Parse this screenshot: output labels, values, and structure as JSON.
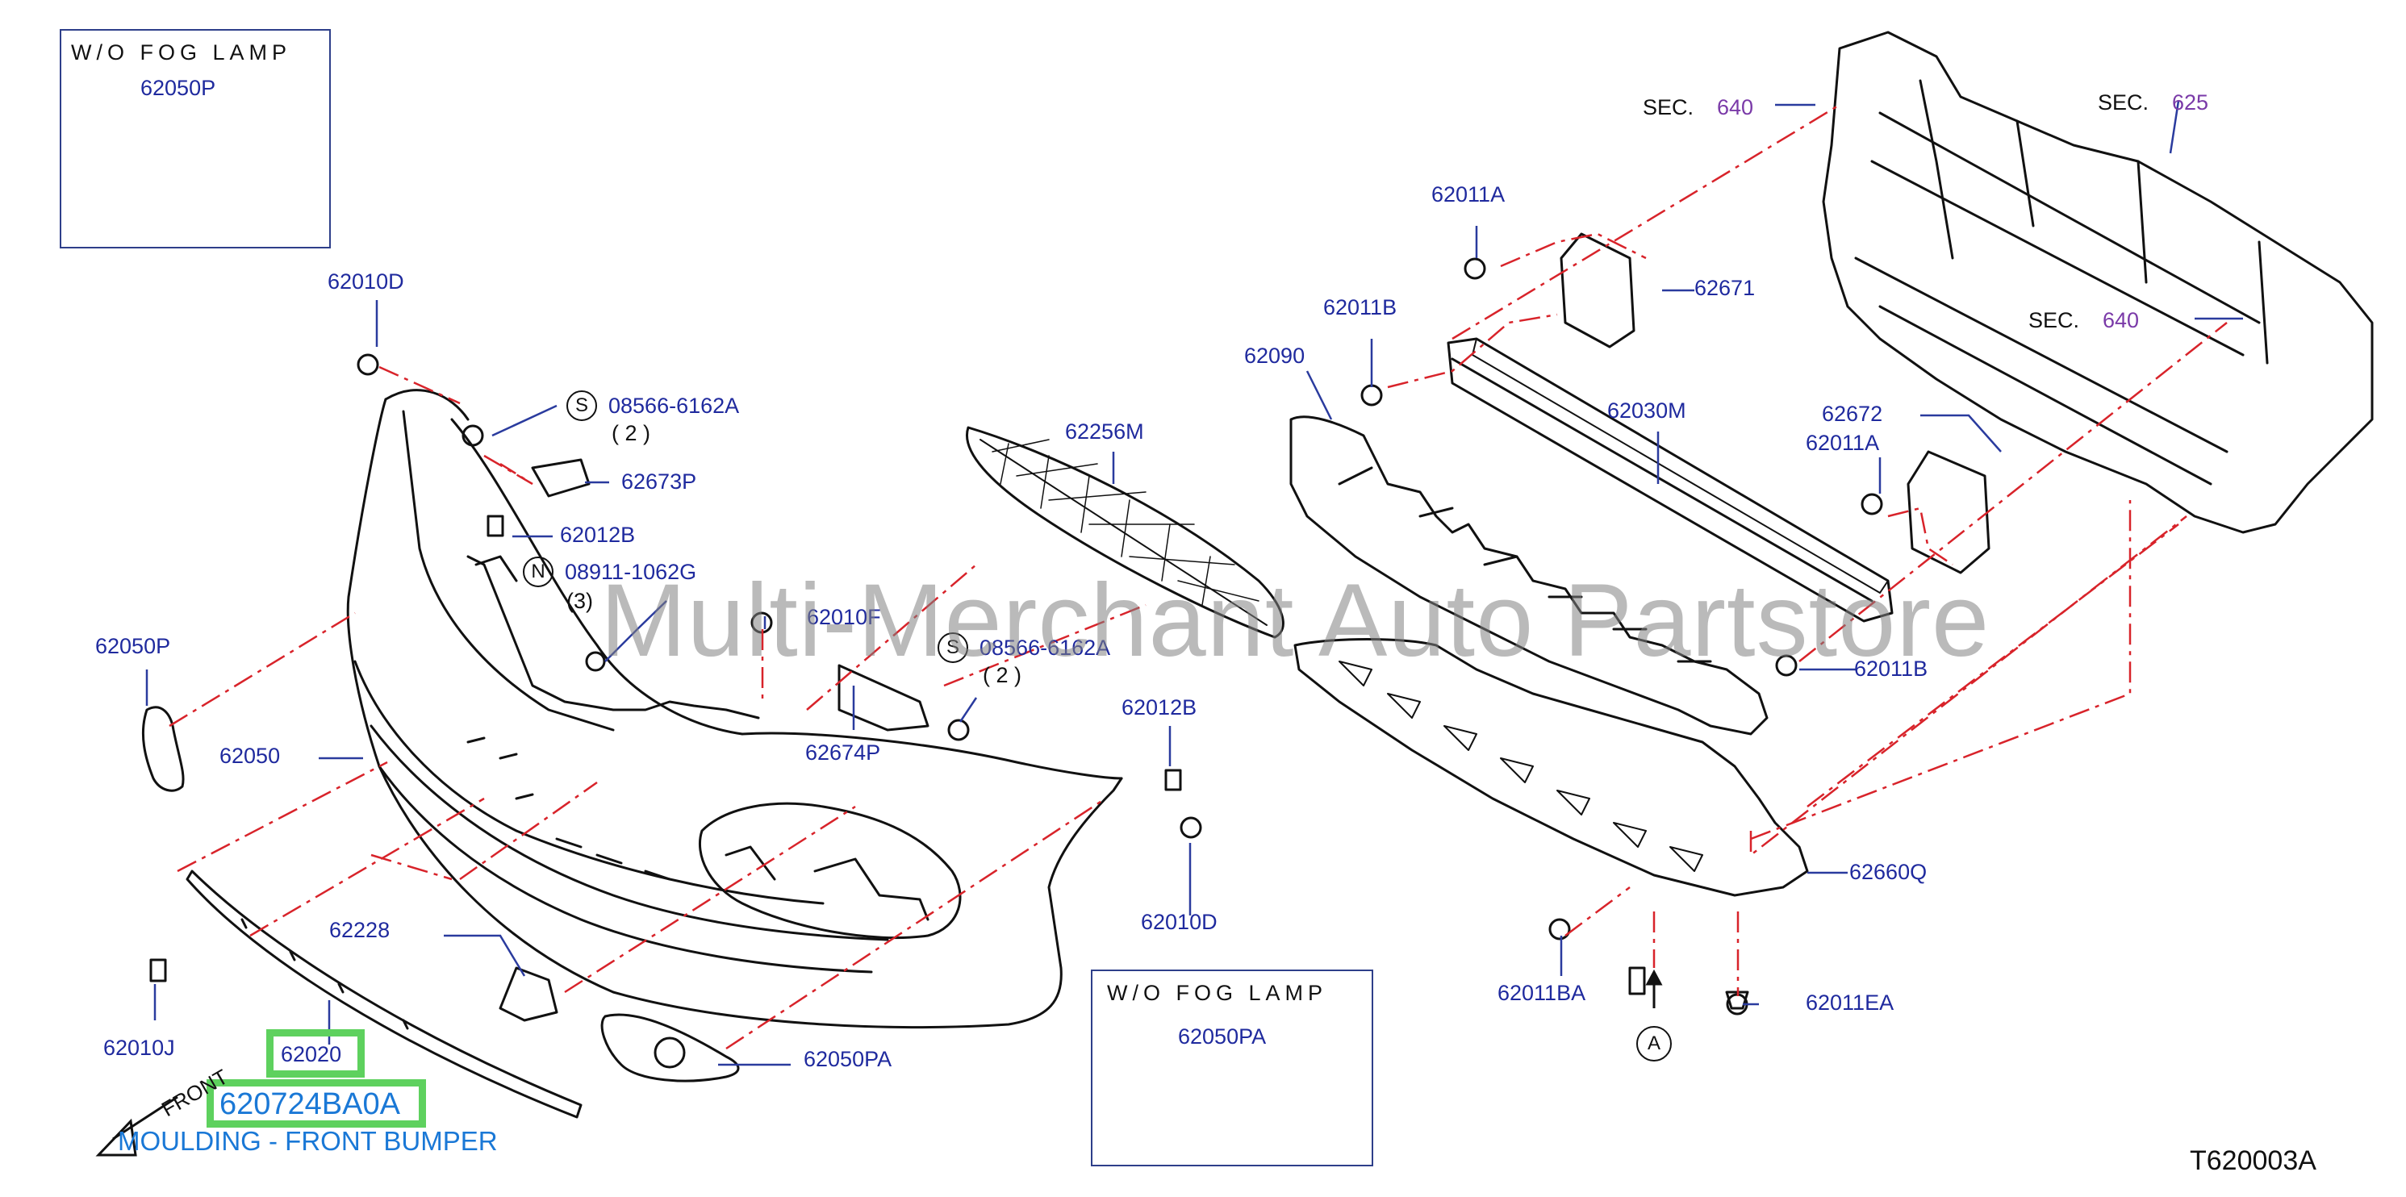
{
  "inset_top": {
    "title": "W/O   FOG   LAMP",
    "part": "62050P"
  },
  "inset_bottom": {
    "title": "W/O   FOG   LAMP",
    "part": "62050PA"
  },
  "sections": [
    {
      "prefix": "SEC.",
      "num": "640"
    },
    {
      "prefix": "SEC.",
      "num": "625"
    },
    {
      "prefix": "SEC.",
      "num": "640"
    }
  ],
  "labels": {
    "p62010D_top": "62010D",
    "p08566_a": "08566-6162A",
    "p08566_a_qty": "(   2   )",
    "p62673P": "62673P",
    "p62012B_left": "62012B",
    "p08911": "08911-1062G",
    "p08911_qty": "(3)",
    "p62050P": "62050P",
    "p62050": "62050",
    "p62010F": "62010F",
    "p08566_b": "08566-6162A",
    "p08566_b_qty": "(   2   )",
    "p62674P": "62674P",
    "p62256M": "62256M",
    "p62012B_right": "62012B",
    "p62010D_bottom": "62010D",
    "p62228": "62228",
    "p62010J": "62010J",
    "p62050PA": "62050PA",
    "p62011A_top": "62011A",
    "p62671": "62671",
    "p62011B_top": "62011B",
    "p62090": "62090",
    "p62030M": "62030M",
    "p62672": "62672",
    "p62011A_right": "62011A",
    "p62011B_right": "62011B",
    "p62660Q": "62660Q",
    "p62011BA": "62011BA",
    "p62011EA": "62011EA"
  },
  "callout_letters": {
    "s1": "S",
    "n1": "N",
    "s2": "S",
    "a": "A"
  },
  "highlight": {
    "part": "62020",
    "part_number": "620724BA0A",
    "description": "MOULDING - FRONT BUMPER"
  },
  "front_label": "FRONT",
  "watermark": "Multi-Merchant Auto Partstore",
  "diagram_code": "T620003A",
  "colors": {
    "part_text": "#1f2a9e",
    "section_num": "#7a3aa8",
    "highlight": "#5ed15e",
    "highlight_text": "#1a78d6",
    "leader_red": "#d8232a"
  }
}
